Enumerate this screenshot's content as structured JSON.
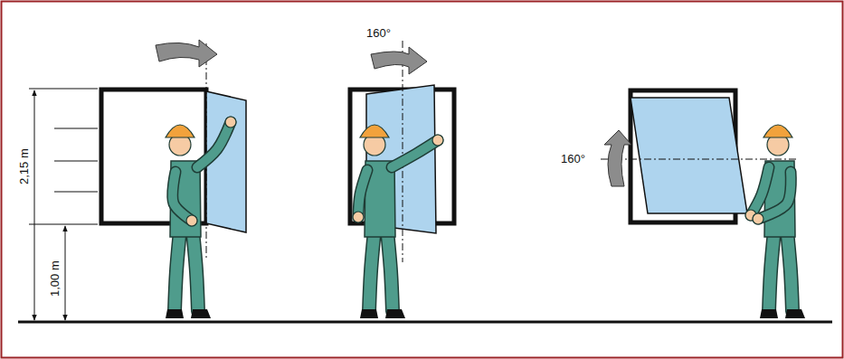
{
  "diagram": {
    "labels": [
      "2,15 m",
      "1,00 m",
      "160°",
      "160°"
    ]
  }
}
